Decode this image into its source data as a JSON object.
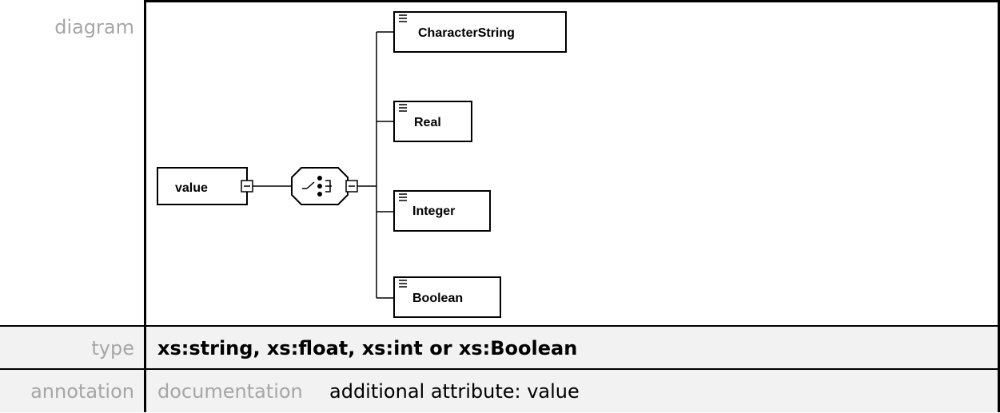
{
  "rows": {
    "diagram": {
      "label": "diagram"
    },
    "type": {
      "label": "type",
      "value": "xs:string, xs:float, xs:int or xs:Boolean"
    },
    "annotation": {
      "label": "annotation",
      "key": "documentation",
      "value": "additional attribute: value"
    }
  },
  "diagram": {
    "root": "value",
    "compositor_icon": "choice-compositor-icon",
    "children": [
      "CharacterString",
      "Real",
      "Integer",
      "Boolean"
    ]
  }
}
